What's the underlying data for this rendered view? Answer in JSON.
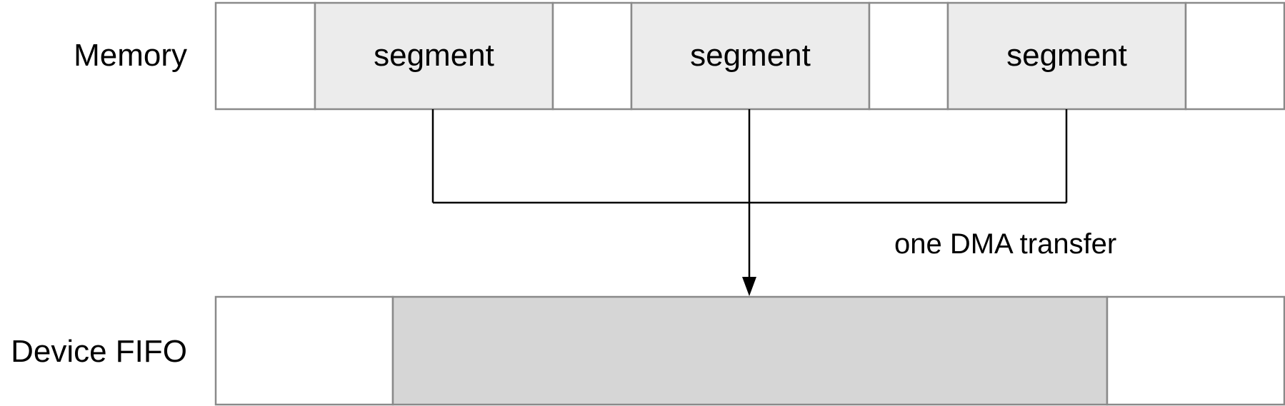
{
  "colors": {
    "cell_stroke": "#8a8a8a",
    "empty_fill": "#ffffff",
    "segment_fill": "#ececec",
    "fifo_fill": "#d6d6d6",
    "line": "#000000"
  },
  "memory": {
    "label": "Memory",
    "cells": [
      {
        "kind": "empty",
        "text": ""
      },
      {
        "kind": "segment",
        "text": "segment"
      },
      {
        "kind": "empty",
        "text": ""
      },
      {
        "kind": "segment",
        "text": "segment"
      },
      {
        "kind": "empty",
        "text": ""
      },
      {
        "kind": "segment",
        "text": "segment"
      },
      {
        "kind": "empty",
        "text": ""
      }
    ]
  },
  "transfer": {
    "label": "one DMA transfer"
  },
  "fifo": {
    "label": "Device FIFO",
    "cells": [
      {
        "kind": "empty"
      },
      {
        "kind": "filled"
      },
      {
        "kind": "empty"
      }
    ]
  }
}
